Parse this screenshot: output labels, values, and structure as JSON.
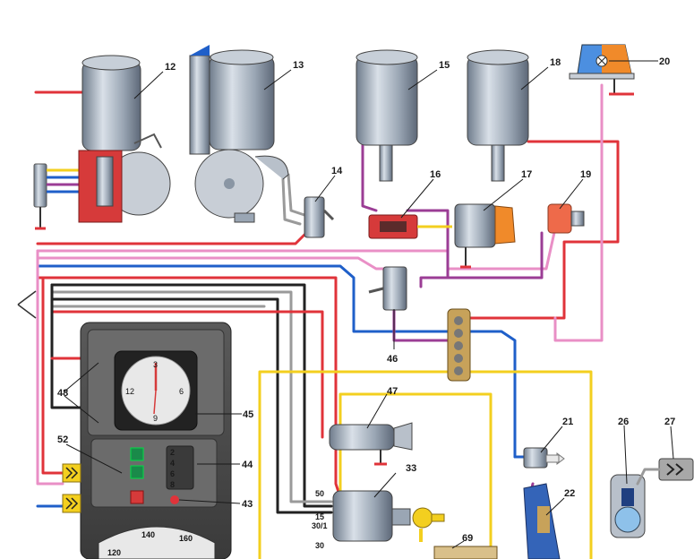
{
  "diagram": {
    "callouts": [
      "12",
      "13",
      "14",
      "15",
      "16",
      "17",
      "18",
      "19",
      "20",
      "21",
      "22",
      "26",
      "27",
      "33",
      "43",
      "44",
      "45",
      "46",
      "47",
      "48",
      "52",
      "69"
    ],
    "ignition_pins": [
      "50",
      "15",
      "30/1",
      "30"
    ],
    "clock_numerals": [
      "12",
      "3",
      "6",
      "9"
    ],
    "speedometer_numerals": [
      "120",
      "140",
      "160"
    ],
    "gauge_scale": [
      "2",
      "4",
      "6",
      "8"
    ],
    "wire_colors": {
      "red": "#e0333a",
      "pink": "#e98fc6",
      "blue": "#1f5fc9",
      "black": "#222222",
      "grey": "#9a9a9a",
      "yellow": "#f3cf1f",
      "violet": "#9b3d95"
    }
  }
}
